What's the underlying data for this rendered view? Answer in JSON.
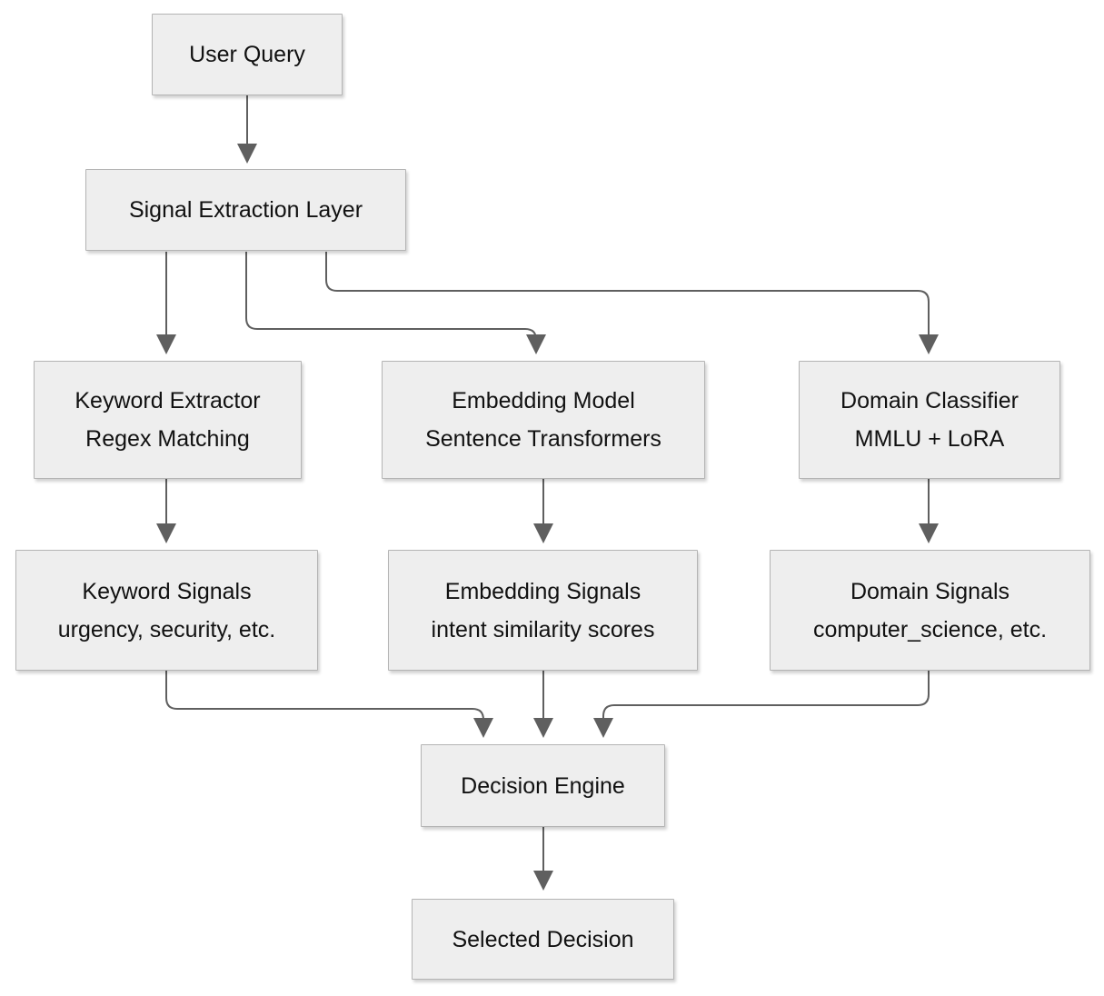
{
  "diagram": {
    "nodes": {
      "user_query": {
        "label": "User Query"
      },
      "signal_extraction": {
        "label": "Signal Extraction Layer"
      },
      "keyword_extractor": {
        "label": "Keyword Extractor",
        "sublabel": "Regex Matching"
      },
      "embedding_model": {
        "label": "Embedding Model",
        "sublabel": "Sentence Transformers"
      },
      "domain_classifier": {
        "label": "Domain Classifier",
        "sublabel": "MMLU + LoRA"
      },
      "keyword_signals": {
        "label": "Keyword Signals",
        "sublabel": "urgency, security, etc."
      },
      "embedding_signals": {
        "label": "Embedding Signals",
        "sublabel": "intent similarity scores"
      },
      "domain_signals": {
        "label": "Domain Signals",
        "sublabel": "computer_science, etc."
      },
      "decision_engine": {
        "label": "Decision Engine"
      },
      "selected_decision": {
        "label": "Selected Decision"
      }
    },
    "edges": [
      {
        "from": "user_query",
        "to": "signal_extraction"
      },
      {
        "from": "signal_extraction",
        "to": "keyword_extractor"
      },
      {
        "from": "signal_extraction",
        "to": "embedding_model"
      },
      {
        "from": "signal_extraction",
        "to": "domain_classifier"
      },
      {
        "from": "keyword_extractor",
        "to": "keyword_signals"
      },
      {
        "from": "embedding_model",
        "to": "embedding_signals"
      },
      {
        "from": "domain_classifier",
        "to": "domain_signals"
      },
      {
        "from": "keyword_signals",
        "to": "decision_engine"
      },
      {
        "from": "embedding_signals",
        "to": "decision_engine"
      },
      {
        "from": "domain_signals",
        "to": "decision_engine"
      },
      {
        "from": "decision_engine",
        "to": "selected_decision"
      }
    ],
    "colors": {
      "node_fill": "#eeeeee",
      "node_border": "#b4b4b4",
      "connector": "#5f5f5f",
      "text": "#111111",
      "background": "#ffffff"
    }
  }
}
